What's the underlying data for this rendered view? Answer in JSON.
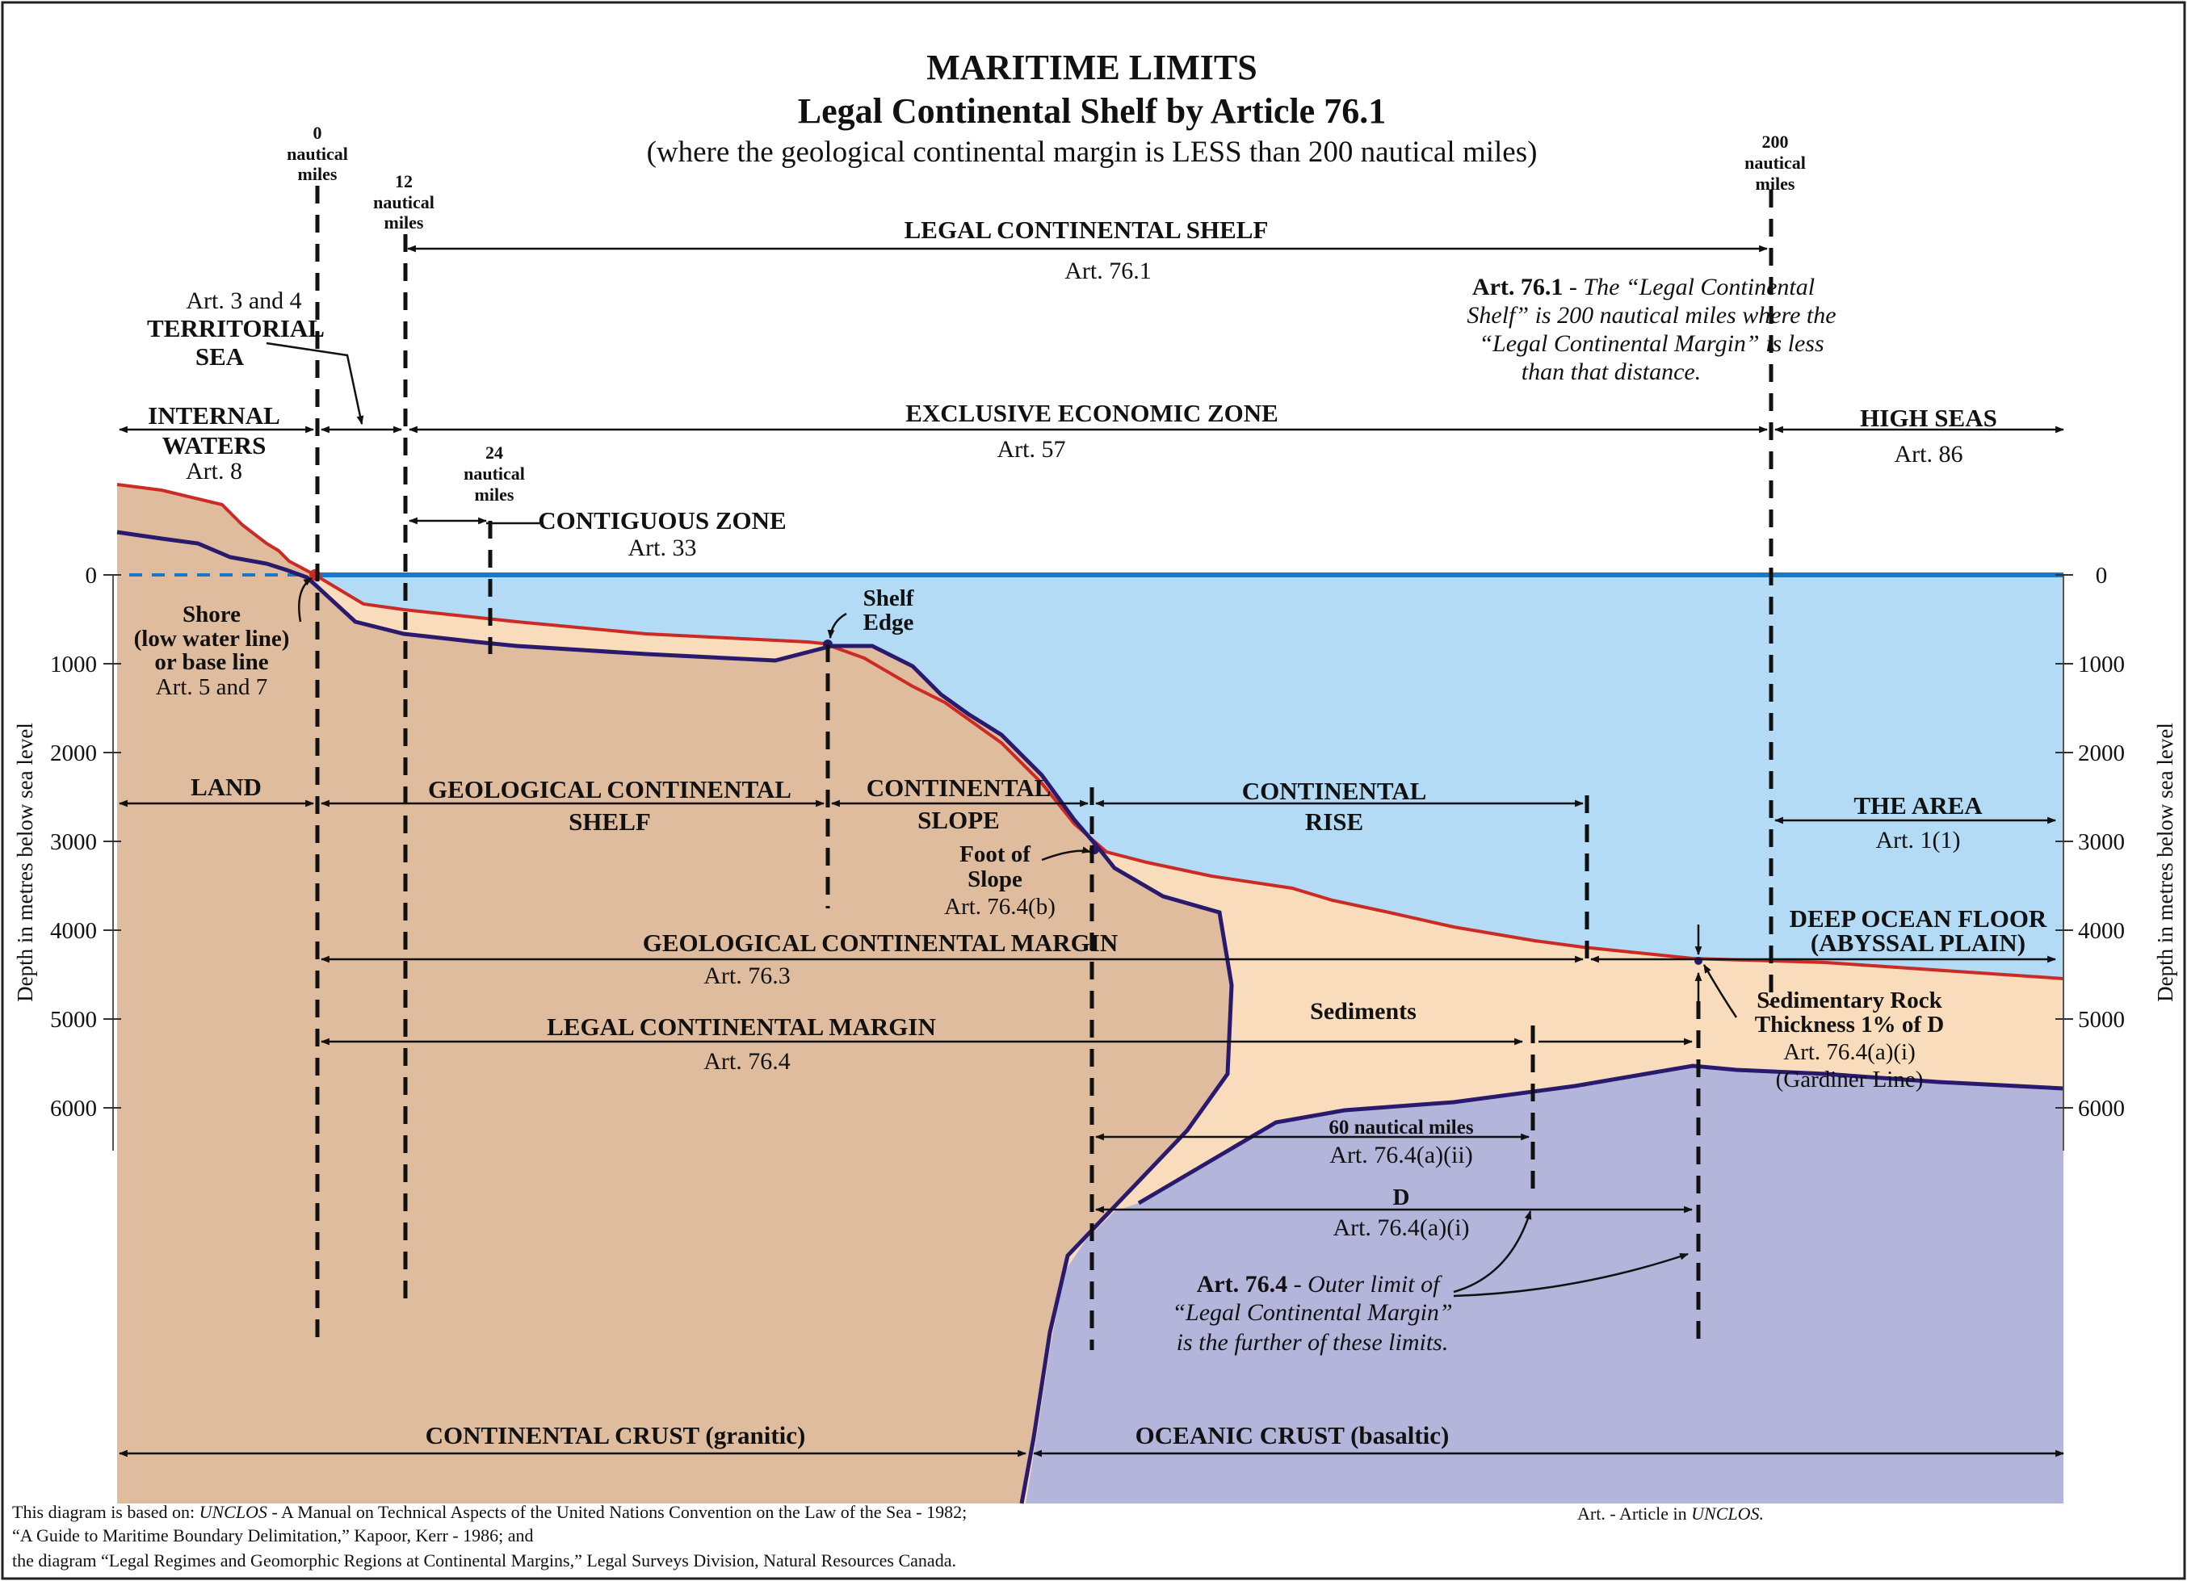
{
  "title": {
    "line1": "MARITIME LIMITS",
    "line2": "Legal Continental Shelf by Article 76.1",
    "line3": "(where the geological continental margin is LESS than 200 nautical miles)"
  },
  "axis": {
    "y_label_left": "Depth in metres below sea level",
    "y_label_right": "Depth in metres below sea level",
    "ticks": [
      "0",
      "1000",
      "2000",
      "3000",
      "4000",
      "5000",
      "6000"
    ]
  },
  "distance_markers": {
    "nm0": [
      "0",
      "nautical",
      "miles"
    ],
    "nm12": [
      "12",
      "nautical",
      "miles"
    ],
    "nm24": [
      "24",
      "nautical",
      "miles"
    ],
    "nm200": [
      "200",
      "nautical",
      "miles"
    ]
  },
  "zones": {
    "legal_shelf": {
      "label": "LEGAL CONTINENTAL SHELF",
      "art": "Art. 76.1"
    },
    "art761_note": {
      "lead": "Art. 76.1",
      "l1": " - The “Legal Continental",
      "l2": "Shelf” is 200 nautical miles where the",
      "l3": "“Legal Continental Margin” is less",
      "l4": "than that distance."
    },
    "territorial_sea": {
      "art": "Art. 3 and 4",
      "l1": "TERRITORIAL",
      "l2": "SEA"
    },
    "internal_waters": {
      "l1": "INTERNAL",
      "l2": "WATERS",
      "art": "Art. 8"
    },
    "eez": {
      "label": "EXCLUSIVE ECONOMIC ZONE",
      "art": "Art. 57"
    },
    "high_seas": {
      "label": "HIGH SEAS",
      "art": "Art. 86"
    },
    "contiguous": {
      "label": "CONTIGUOUS ZONE",
      "art": "Art. 33"
    },
    "shore": {
      "l1": "Shore",
      "l2": "(low water line)",
      "l3": "or base line",
      "art": "Art. 5 and 7"
    },
    "shelf_edge": {
      "l1": "Shelf",
      "l2": "Edge"
    },
    "land": {
      "label": "LAND"
    },
    "geo_shelf": {
      "l1": "GEOLOGICAL CONTINENTAL",
      "l2": "SHELF"
    },
    "cont_slope": {
      "l1": "CONTINENTAL",
      "l2": "SLOPE"
    },
    "cont_rise": {
      "l1": "CONTINENTAL",
      "l2": "RISE"
    },
    "the_area": {
      "label": "THE AREA",
      "art": "Art. 1(1)"
    },
    "foot_slope": {
      "l1": "Foot of",
      "l2": "Slope",
      "art": "Art. 76.4(b)"
    },
    "geo_margin": {
      "label": "GEOLOGICAL CONTINENTAL MARGIN",
      "art": "Art. 76.3"
    },
    "deep_floor": {
      "l1": "DEEP OCEAN FLOOR",
      "l2": "(ABYSSAL PLAIN)"
    },
    "sediments": {
      "label": "Sediments"
    },
    "legal_margin": {
      "label": "LEGAL CONTINENTAL MARGIN",
      "art": "Art. 76.4"
    },
    "sed_rock": {
      "l1": "Sedimentary Rock",
      "l2": "Thickness 1% of D",
      "art1": "Art. 76.4(a)(i)",
      "art2": "(Gardiner Line)"
    },
    "nm60": {
      "label": "60 nautical miles",
      "art": "Art. 76.4(a)(ii)"
    },
    "d": {
      "label": "D",
      "art": "Art. 76.4(a)(i)"
    },
    "art764_note": {
      "lead": "Art. 76.4",
      "l1": " - Outer limit of",
      "l2": "“Legal Continental Margin”",
      "l3": "is the further of these limits."
    },
    "cont_crust": {
      "label": "CONTINENTAL CRUST (granitic)"
    },
    "ocean_crust": {
      "label": "OCEANIC CRUST (basaltic)"
    }
  },
  "footer": {
    "line1_a": "This diagram is based on: ",
    "line1_b": "UNCLOS",
    "line1_c": " - A Manual on Technical Aspects of the United Nations Convention on the Law of the Sea - 1982;",
    "line2": "“A Guide to Maritime Boundary Delimitation,” Kapoor, Kerr - 1986; and",
    "line3": "the diagram “Legal Regimes and Geomorphic Regions at Continental Margins,” Legal Surveys Division, Natural Resources Canada.",
    "note_a": "Art. - Article in ",
    "note_b": "UNCLOS."
  },
  "colors": {
    "sea": "#b3dbf5",
    "land": "#dfbc9e",
    "sediment": "#f8dcbc",
    "oceanic_crust": "#b4b5da",
    "sea_surface": "#1b78c6",
    "red_line": "#cc2a24",
    "crust_line": "#2a1a6e"
  }
}
